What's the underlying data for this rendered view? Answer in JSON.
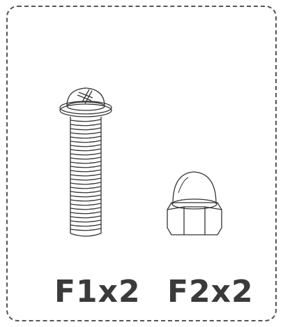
{
  "parts": [
    {
      "id": "F1",
      "label": "F1x2",
      "icon": "screw-icon"
    },
    {
      "id": "F2",
      "label": "F2x2",
      "icon": "acorn-nut-icon"
    }
  ],
  "colors": {
    "ink": "#3a3a3a",
    "border": "#555555"
  }
}
